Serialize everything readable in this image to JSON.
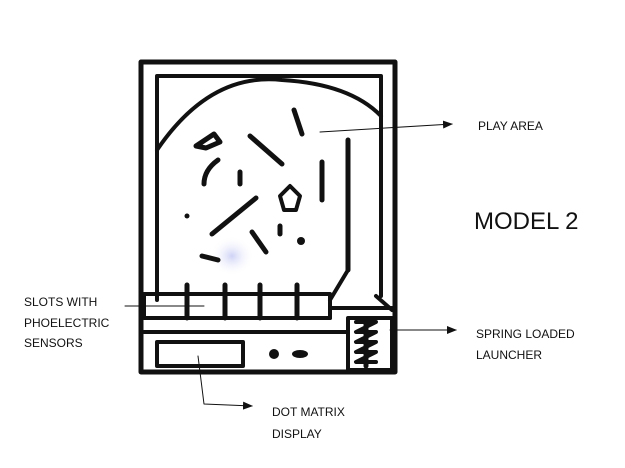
{
  "title": "MODEL 2",
  "labels": {
    "play_area": "PLAY AREA",
    "slots_line1": "SLOTS WITH",
    "slots_line2": "PHOELECTRIC",
    "slots_line3": "SENSORS",
    "spring_line1": "SPRING LOADED",
    "spring_line2": "LAUNCHER",
    "display_line1": "DOT MATRIX",
    "display_line2": "DISPLAY"
  },
  "colors": {
    "ink": "#111111",
    "background": "#ffffff",
    "glare": "#c9cdf4"
  }
}
